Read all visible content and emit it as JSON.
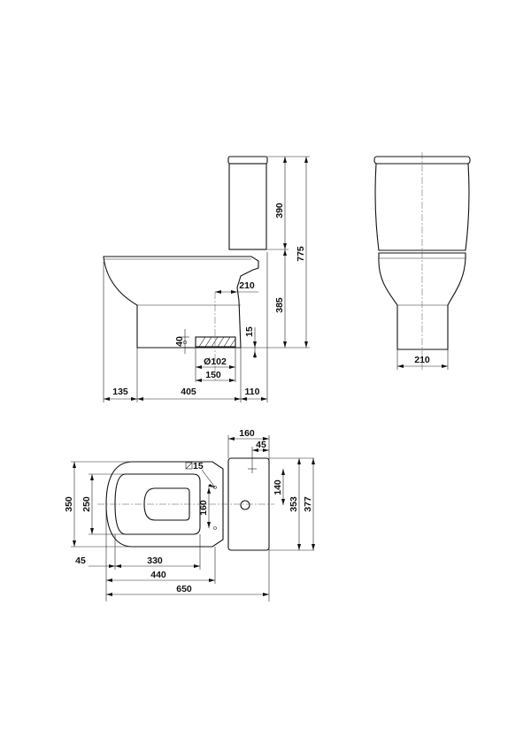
{
  "side_view": {
    "tank_height": "390",
    "total_height": "775",
    "pan_height": "385",
    "outlet_offset": "210",
    "outlet_clearance": "15",
    "inlet_height": "40",
    "outlet_diameter": "Ø102",
    "outlet_width": "150",
    "front_overhang": "135",
    "base_length": "405",
    "rear_offset": "110"
  },
  "front_view": {
    "base_width": "210"
  },
  "plan_view": {
    "tank_depth": "160",
    "tank_hole_offset": "45",
    "fixing_hole": "15",
    "hole_spacing": "140",
    "tank_width": "353",
    "total_width": "377",
    "pan_width": "350",
    "seat_width": "250",
    "fixing_spacing": "160",
    "front_offset": "45",
    "seat_length": "330",
    "pan_length": "440",
    "total_length": "650"
  }
}
